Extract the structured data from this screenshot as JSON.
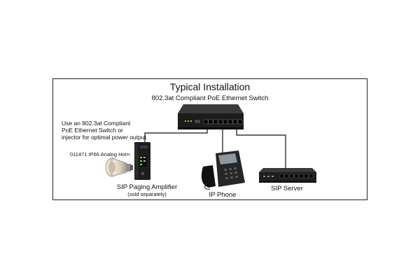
{
  "diagram": {
    "title": "Typical Installation",
    "switch_label": "802.3at Compliant PoE Ethernet Switch",
    "note_lines": [
      "Use an 802.3at Compliant",
      "PoE Ethernet Switch or",
      "injector for optimal power output"
    ],
    "horn_label": "011471 IP66 Analog Horn",
    "amplifier_label": "SIP Paging Amplifier",
    "amplifier_sublabel": "(sold separately)",
    "phone_label": "IP Phone",
    "server_label": "SIP Server"
  }
}
